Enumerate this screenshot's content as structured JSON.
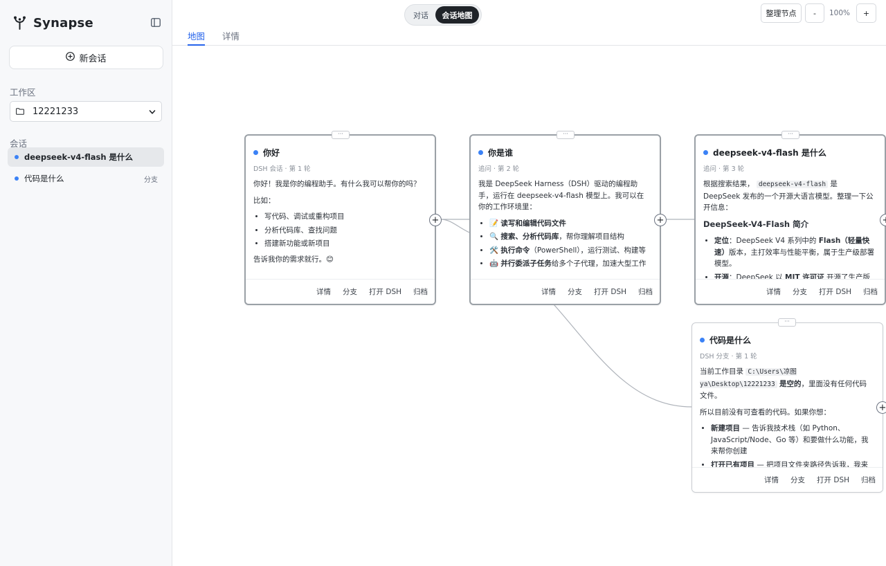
{
  "app": {
    "name": "Synapse"
  },
  "sidebar": {
    "new_chat_label": "新会话",
    "workspace_label": "工作区",
    "workspace_value": "12221233",
    "conversations_label": "会话",
    "conversations": [
      {
        "title": "deepseek-v4-flash 是什么",
        "tag": "",
        "active": true
      },
      {
        "title": "代码是什么",
        "tag": "分支",
        "active": false
      }
    ]
  },
  "topbar": {
    "view_toggle": [
      "对话",
      "会话地图"
    ],
    "arrange_label": "整理节点",
    "zoom_out_label": "-",
    "zoom_level": "100%",
    "zoom_in_label": "+"
  },
  "tabs": [
    "地图",
    "详情"
  ],
  "nodes": [
    {
      "title": "你好",
      "meta": "DSH 会话 · 第 1 轮",
      "body": {
        "p1": "你好！我是你的编程助手。有什么我可以帮你的吗？",
        "p2": "比如：",
        "items": [
          "写代码、调试或重构项目",
          "分析代码库、查找问题",
          "搭建新功能或新项目"
        ],
        "p3": "告诉我你的需求就行。😊"
      }
    },
    {
      "title": "你是谁",
      "meta": "追问 · 第 2 轮",
      "body": {
        "p1": "我是 DeepSeek Harness（DSH）驱动的编程助手，运行在 deepseek-v4-flash 模型上。我可以在你的工作环境里：",
        "items": [
          {
            "icon": "📝",
            "bold": "读写和编辑代码文件",
            "rest": ""
          },
          {
            "icon": "🔍",
            "bold": "搜索、分析代码库",
            "rest": "，帮你理解项目结构"
          },
          {
            "icon": "🛠️",
            "bold": "执行命令",
            "rest": "（PowerShell），运行测试、构建等"
          },
          {
            "icon": "🤖",
            "bold": "并行委派子任务",
            "rest": "给多个子代理，加速大型工作"
          }
        ]
      }
    },
    {
      "title": "deepseek-v4-flash 是什么",
      "meta": "追问 · 第 3 轮",
      "body": {
        "p1_a": "根据搜索结果，",
        "p1_code": "deepseek-v4-flash",
        "p1_b": "是 DeepSeek 发布的一个开源大语言模型。整理一下公开信息：",
        "heading": "DeepSeek-V4-Flash 简介",
        "li1_bold": "定位",
        "li1_a": "：DeepSeek V4 系列中的 ",
        "li1_bold2": "Flash（轻量快速）",
        "li1_b": "版本，主打效率与性能平衡，属于生产级部署模型。",
        "li2_bold": "开源",
        "li2_a": "：DeepSeek 以 ",
        "li2_bold2": "MIT 许可证",
        "li2_b": " 开源了生产版"
      }
    },
    {
      "title": "代码是什么",
      "meta": "DSH 分支 · 第 1 轮",
      "body": {
        "p1_a": "当前工作目录 ",
        "p1_code": "C:\\Users\\凉图ya\\Desktop\\12221233",
        "p1_b": "是空的",
        "p1_c": "，里面没有任何代码文件。",
        "p2": "所以目前没有可查看的代码。如果你想：",
        "li1_bold": "新建项目",
        "li1_rest": " — 告诉我技术栈（如 Python、JavaScript/Node、Go 等）和要做什么功能，我来帮你创建",
        "li2_bold": "打开已有项目",
        "li2_rest": " — 把项目文件夹路径告诉我，我来"
      }
    }
  ],
  "node_actions": [
    "详情",
    "分支",
    "打开 DSH",
    "归档"
  ],
  "colors": {
    "accent": "#2563eb",
    "dot": "#3b82f6",
    "toggle_active": "#1f2328"
  }
}
